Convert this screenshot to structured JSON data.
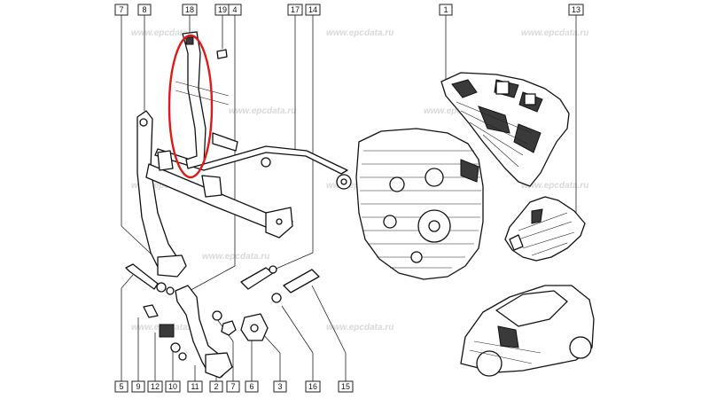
{
  "diagram": {
    "watermark": "www.epcdata.ru",
    "highlight_color": "#e01818",
    "callouts": {
      "top": [
        {
          "id": "c7t",
          "label": "7"
        },
        {
          "id": "c8",
          "label": "8"
        },
        {
          "id": "c18",
          "label": "18"
        },
        {
          "id": "c19",
          "label": "19"
        },
        {
          "id": "c4",
          "label": "4"
        },
        {
          "id": "c17",
          "label": "17"
        },
        {
          "id": "c14",
          "label": "14"
        },
        {
          "id": "c1",
          "label": "1"
        },
        {
          "id": "c13",
          "label": "13"
        }
      ],
      "bottom": [
        {
          "id": "c5",
          "label": "5"
        },
        {
          "id": "c9",
          "label": "9"
        },
        {
          "id": "c12",
          "label": "12"
        },
        {
          "id": "c10",
          "label": "10"
        },
        {
          "id": "c11",
          "label": "11"
        },
        {
          "id": "c2",
          "label": "2"
        },
        {
          "id": "c7b",
          "label": "7"
        },
        {
          "id": "c6",
          "label": "6"
        },
        {
          "id": "c3",
          "label": "3"
        },
        {
          "id": "c16",
          "label": "16"
        },
        {
          "id": "c15",
          "label": "15"
        }
      ]
    }
  }
}
